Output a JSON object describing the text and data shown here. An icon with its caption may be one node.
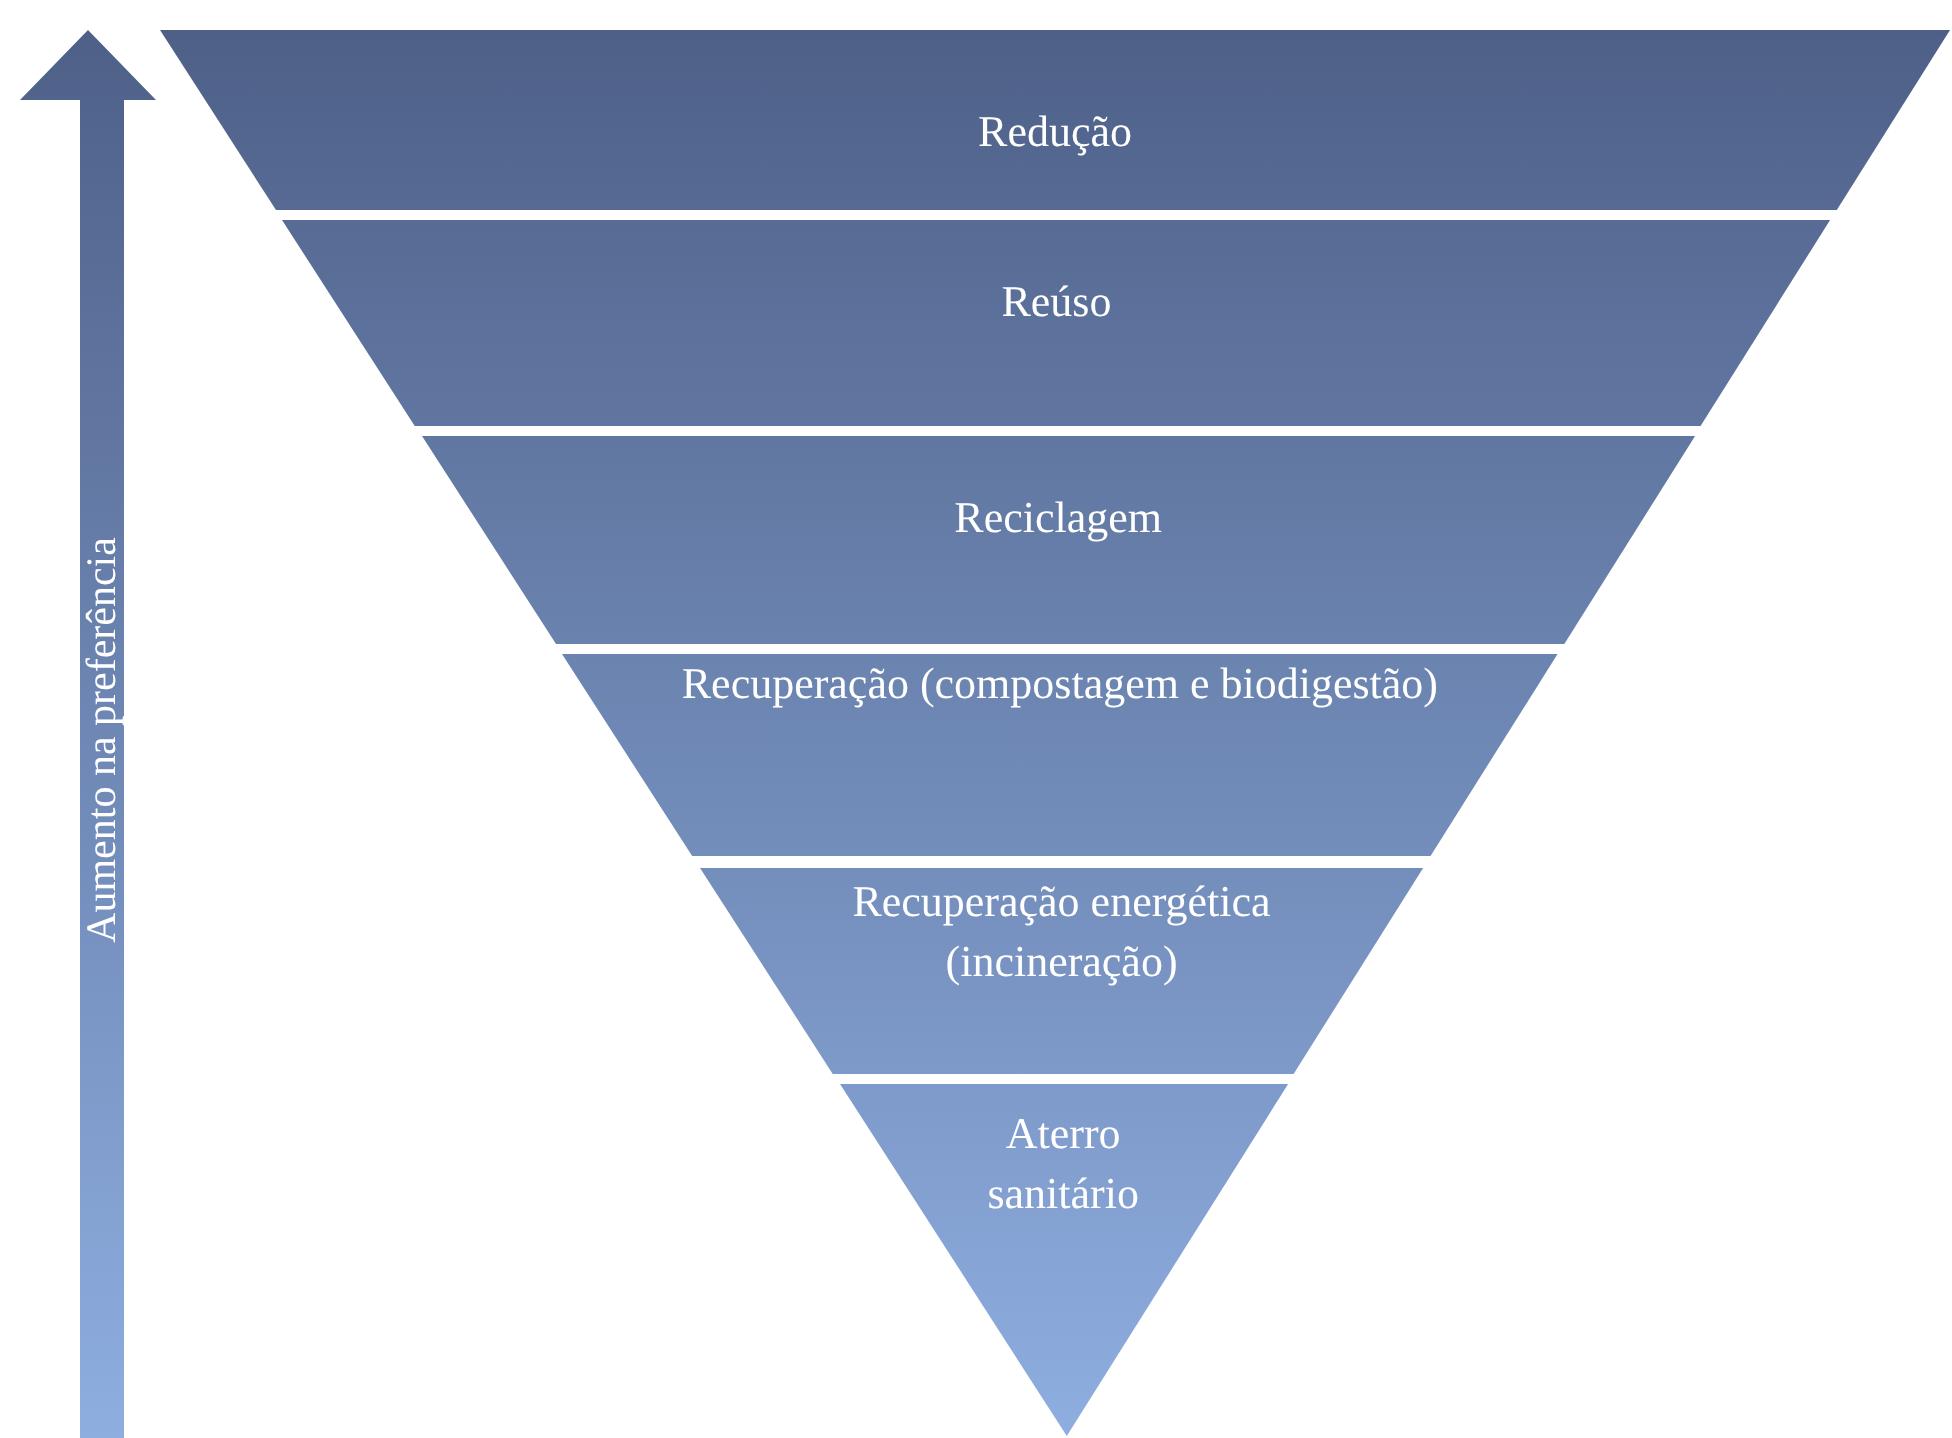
{
  "diagram": {
    "nodes": [
      {
        "text": [
          "Redução"
        ]
      },
      {
        "text": [
          "Reúso"
        ]
      },
      {
        "text": [
          "Reciclagem"
        ]
      },
      {
        "text": [
          "Recuperação (compostagem e biodigestão)"
        ]
      },
      {
        "text": [
          "Recuperação energética (incineração)"
        ]
      },
      {
        "text": [
          "Aterro sanitário"
        ]
      }
    ],
    "labels": [
      "Aumento na preferência"
    ]
  }
}
